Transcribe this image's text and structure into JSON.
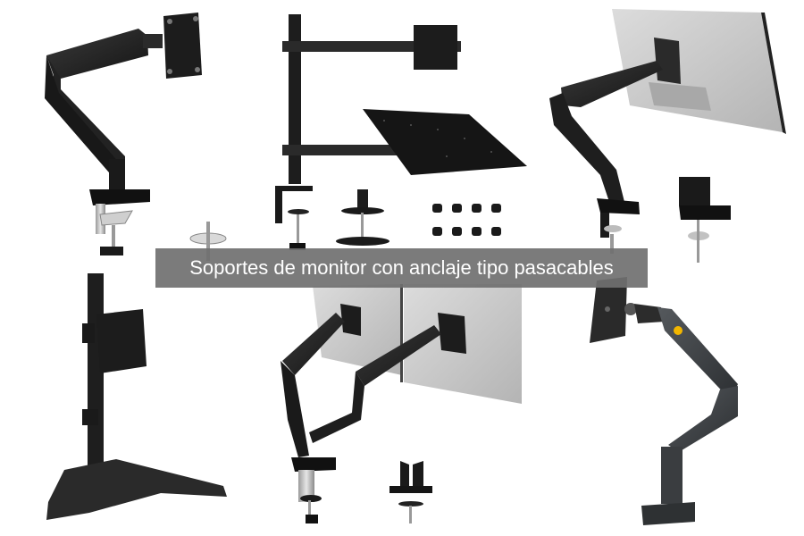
{
  "caption": {
    "text": "Soportes de monitor con anclaje tipo pasacables",
    "background": "#767676",
    "color": "#ffffff"
  },
  "products": [
    {
      "id": "gas-spring-single-arm-black",
      "description": "Single gas-spring monitor arm with VESA plate, desk clamp and grommet mount"
    },
    {
      "id": "pole-mount-with-laptop-tray",
      "description": "Pole monitor mount with VESA arm, laptop tray, C-clamp, grommet base and screw set"
    },
    {
      "id": "gas-spring-arm-curved-monitor",
      "description": "Gas-spring arm holding a curved monitor, with clamp and grommet base"
    },
    {
      "id": "freestanding-single-stand",
      "description": "Freestanding single monitor stand with V-shaped base"
    },
    {
      "id": "dual-gas-spring-arm",
      "description": "Dual gas-spring arm holding two monitors with clamp and grommet mount"
    },
    {
      "id": "gas-spring-arm-grey",
      "description": "Grey gas-spring arm with square VESA plate and yellow badge"
    }
  ],
  "colors": {
    "arm_dark": "#1e1e1e",
    "arm_grey": "#3a3d40",
    "monitor_back": "#c8c8c8",
    "clamp_silver": "#b9b9b9",
    "badge_yellow": "#f2b600"
  }
}
